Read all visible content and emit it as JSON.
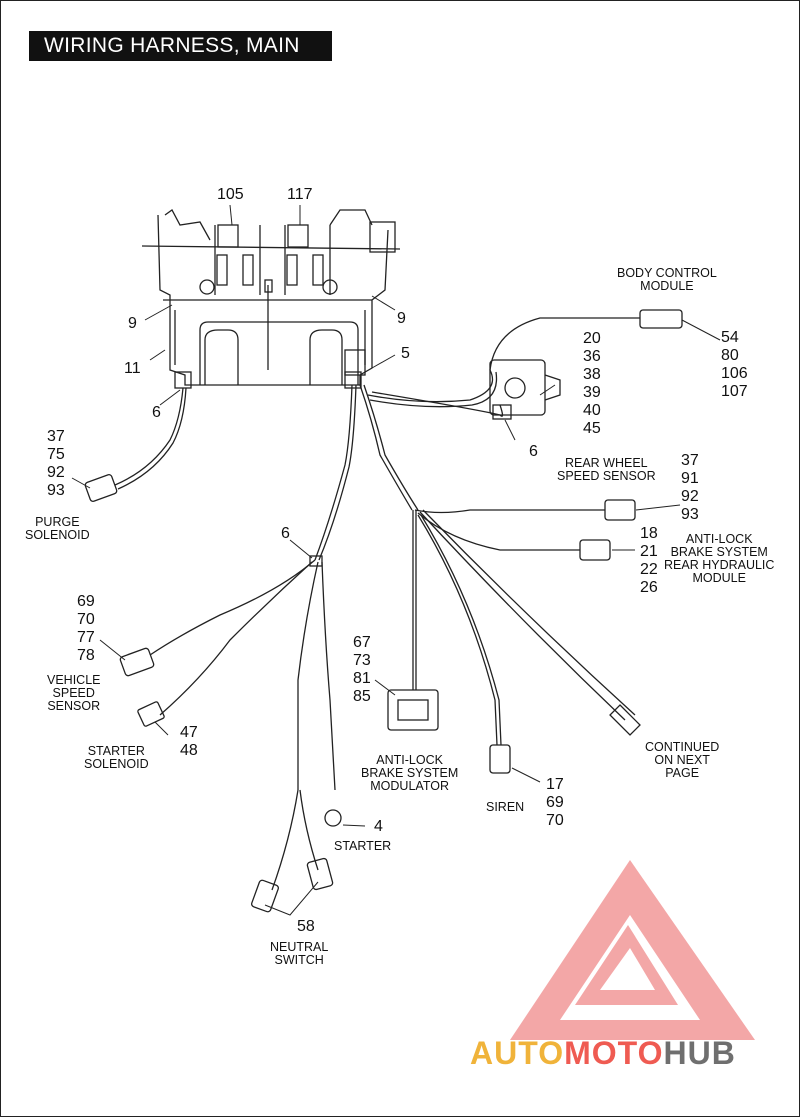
{
  "title": "WIRING HARNESS, MAIN",
  "callouts": {
    "c105": "105",
    "c117": "117",
    "c9_left": "9",
    "c9_right": "9",
    "c11": "11",
    "c5": "5",
    "c6_top_left": "6",
    "c6_abs": "6",
    "c6_mid": "6",
    "bcm_parts": [
      "54",
      "80",
      "106",
      "107"
    ],
    "abs_bracket_parts": [
      "20",
      "36",
      "38",
      "39",
      "40",
      "45"
    ],
    "purge_parts": [
      "37",
      "75",
      "92",
      "93"
    ],
    "rear_wheel_parts": [
      "37",
      "91",
      "92",
      "93"
    ],
    "abs_hydraulic_parts": [
      "18",
      "21",
      "22",
      "26"
    ],
    "vss_parts": [
      "69",
      "70",
      "77",
      "78"
    ],
    "modulator_parts": [
      "67",
      "73",
      "81",
      "85"
    ],
    "starter_solenoid_parts": [
      "47",
      "48"
    ],
    "siren_parts": [
      "17",
      "69",
      "70"
    ],
    "c4": "4",
    "c58": "58"
  },
  "labels": {
    "body_control_module": [
      "BODY CONTROL",
      "MODULE"
    ],
    "purge_solenoid": [
      "PURGE",
      "SOLENOID"
    ],
    "rear_wheel_speed_sensor": [
      "REAR WHEEL",
      "SPEED SENSOR"
    ],
    "abs_rear_hydraulic_module": [
      "ANTI-LOCK",
      "BRAKE SYSTEM",
      "REAR HYDRAULIC",
      "MODULE"
    ],
    "vehicle_speed_sensor": [
      "VEHICLE",
      "SPEED",
      "SENSOR"
    ],
    "starter_solenoid": [
      "STARTER",
      "SOLENOID"
    ],
    "abs_modulator": [
      "ANTI-LOCK",
      "BRAKE SYSTEM",
      "MODULATOR"
    ],
    "continued": [
      "CONTINUED",
      "ON NEXT",
      "PAGE"
    ],
    "starter": "STARTER",
    "siren": "SIREN",
    "neutral_switch": [
      "NEUTRAL",
      "SWITCH"
    ]
  },
  "watermark": {
    "auto": "AUTO",
    "moto": "MOTO",
    "hub": "HUB",
    "colors": {
      "auto": "#f0b33a",
      "moto": "#ef5b52",
      "hub": "#6f6f6f",
      "logo": "#f08a8a"
    }
  }
}
